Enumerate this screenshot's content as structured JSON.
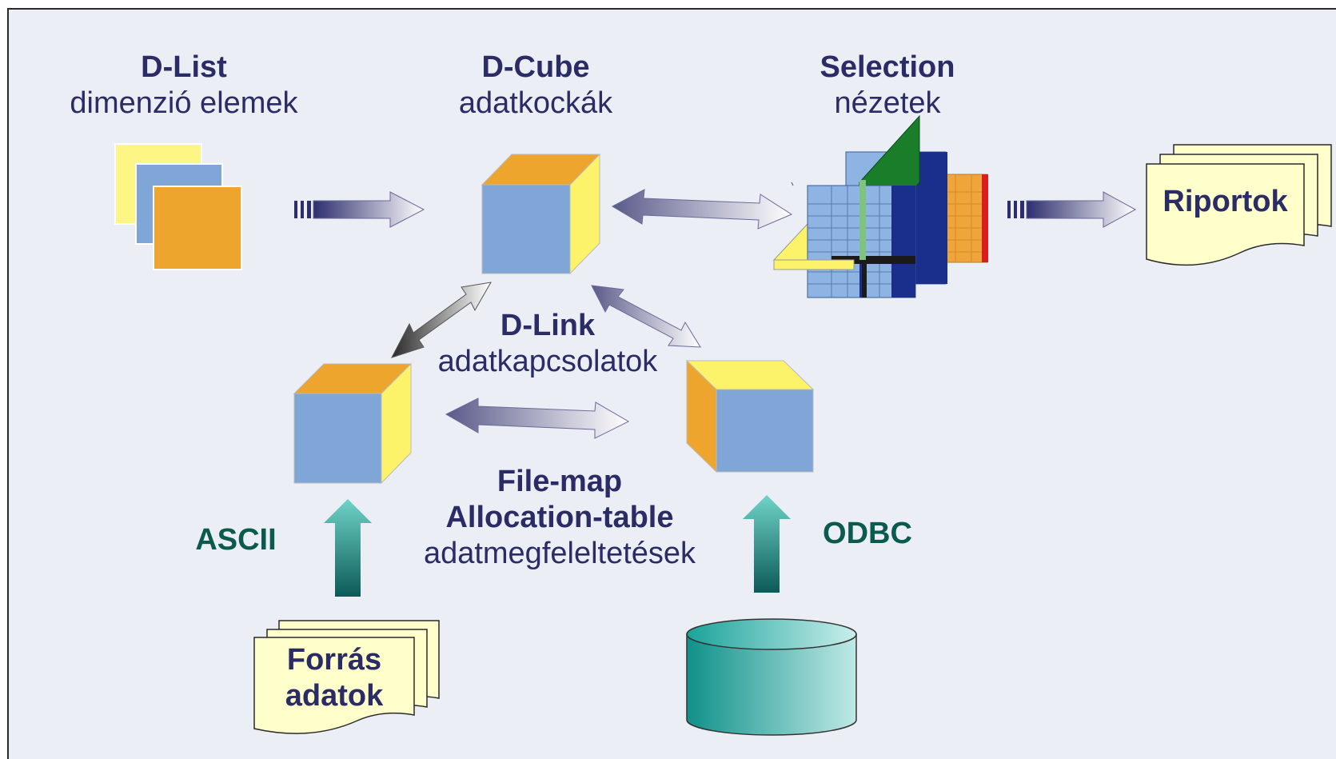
{
  "nodes": {
    "dlist": {
      "title": "D-List",
      "subtitle": "dimenzió elemek"
    },
    "dcube": {
      "title": "D-Cube",
      "subtitle": "adatkockák"
    },
    "selection": {
      "title": "Selection",
      "subtitle": "nézetek"
    },
    "riportok": {
      "title": "Riportok"
    },
    "dlink": {
      "title": "D-Link",
      "subtitle": "adatkapcsolatok"
    },
    "filemap": {
      "title1": "File-map",
      "title2": "Allocation-table",
      "subtitle": "adatmegfeleltetések"
    },
    "ascii": {
      "label": "ASCII"
    },
    "odbc": {
      "label": "ODBC"
    },
    "source": {
      "line1": "Forrás",
      "line2": "adatok"
    }
  },
  "colors": {
    "background": "#ebeef4",
    "text": "#2b2b66",
    "green_text": "#0b5a4e",
    "cube_front": "#7fa6d6",
    "cube_top_orange": "#eea52e",
    "cube_side_yellow": "#fdf36a",
    "document": "#ffffcc",
    "teal": "#0e8a84"
  },
  "icons": [
    "dlist-stack-icon",
    "dcube-icon",
    "selection-grid-icon",
    "report-documents-icon",
    "source-documents-icon",
    "database-cylinder-icon"
  ]
}
